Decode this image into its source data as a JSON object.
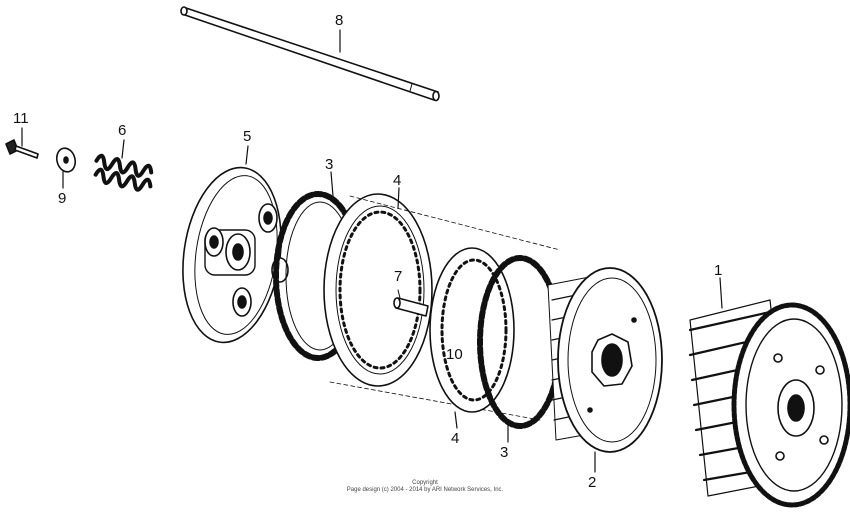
{
  "diagram": {
    "callouts": {
      "c1": "1",
      "c2": "2",
      "c3a": "3",
      "c3b": "3",
      "c4a": "4",
      "c4b": "4",
      "c5": "5",
      "c6": "6",
      "c7": "7",
      "c8": "8",
      "c9": "9",
      "c10": "10",
      "c11": "11"
    },
    "copyright": {
      "line1": "Copyright",
      "line2": "Page design (c) 2004 - 2014 by ARI Network Services, Inc."
    },
    "colors": {
      "line": "#111111",
      "background": "#ffffff"
    }
  }
}
